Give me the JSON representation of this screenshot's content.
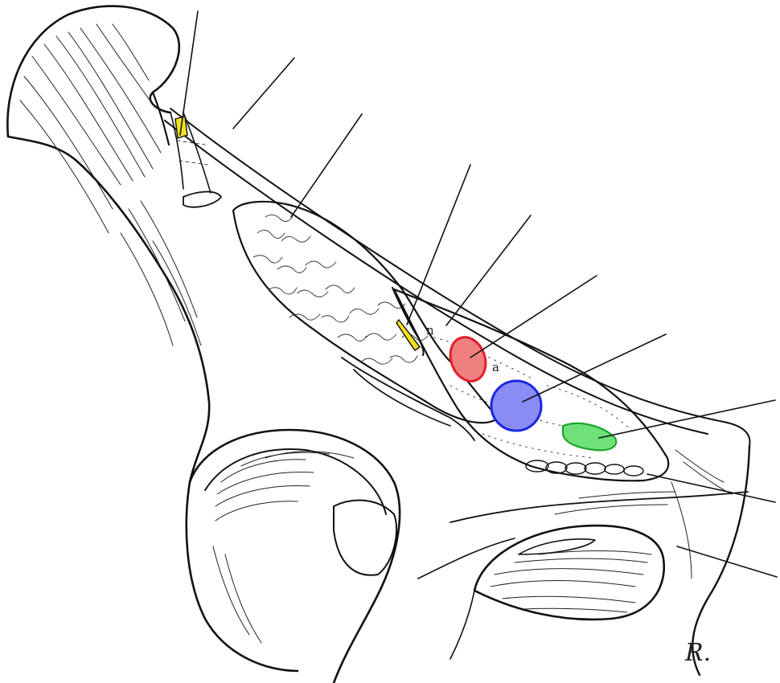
{
  "diagram": {
    "inline_labels": {
      "nerve_mark": "n",
      "artery_mark": "a"
    },
    "signature": "R.",
    "colors": {
      "yellow_structure": "#f2e21c",
      "artery_fill": "#f08080",
      "artery_stroke": "#e0202a",
      "vein_fill": "#8a8cf5",
      "vein_stroke": "#1a28e0",
      "lymph_fill": "#6fe07a",
      "lymph_stroke": "#1fa52c",
      "line_ink": "#111111"
    },
    "leader_line_count": 10
  }
}
